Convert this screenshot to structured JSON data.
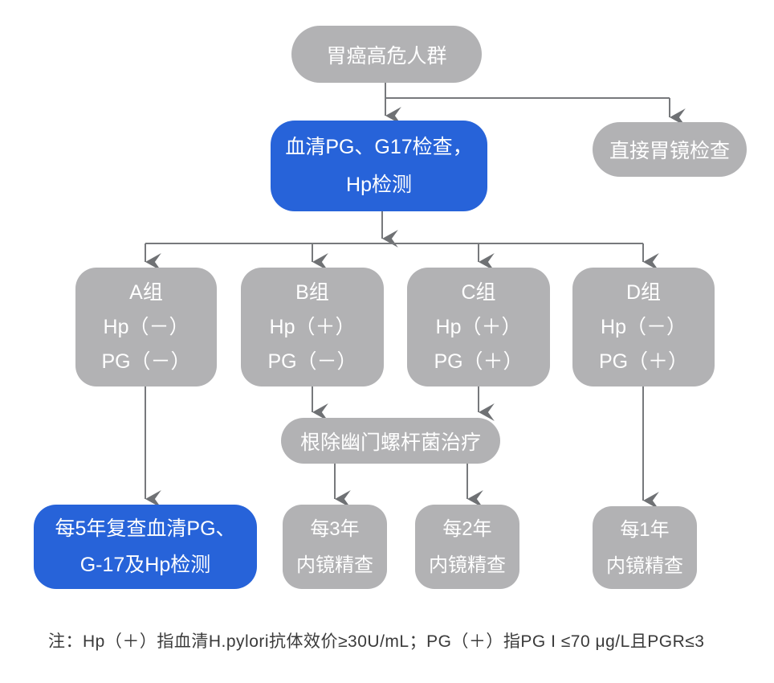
{
  "palette": {
    "node_gray": "#b2b2b4",
    "node_blue": "#2763d9",
    "connector": "#77797c",
    "node_text": "#ffffff",
    "note_text": "#3a3a3a"
  },
  "nodes": {
    "top": {
      "label": "胃癌高危人群"
    },
    "serum_test": {
      "lines": [
        "血清PG、G17检查，",
        "Hp检测"
      ]
    },
    "direct_gastroscopy": {
      "label": "直接胃镜检查"
    },
    "group_a": {
      "lines": [
        "A组",
        "Hp（－）",
        "PG（－）"
      ]
    },
    "group_b": {
      "lines": [
        "B组",
        "Hp（＋）",
        "PG（－）"
      ]
    },
    "group_c": {
      "lines": [
        "C组",
        "Hp（＋）",
        "PG（＋）"
      ]
    },
    "group_d": {
      "lines": [
        "D组",
        "Hp（－）",
        "PG（＋）"
      ]
    },
    "eradication": {
      "label": "根除幽门螺杆菌治疗"
    },
    "recheck_5y": {
      "lines": [
        "每5年复查血清PG、",
        "G-17及Hp检测"
      ]
    },
    "endoscopy_3y": {
      "lines": [
        "每3年",
        "内镜精查"
      ]
    },
    "endoscopy_2y": {
      "lines": [
        "每2年",
        "内镜精查"
      ]
    },
    "endoscopy_1y": {
      "lines": [
        "每1年",
        "内镜精查"
      ]
    }
  },
  "note": "注：Hp（＋）指血清H.pylori抗体效价≥30U/mL；PG（＋）指PG I ≤70 μg/L且PGR≤3"
}
